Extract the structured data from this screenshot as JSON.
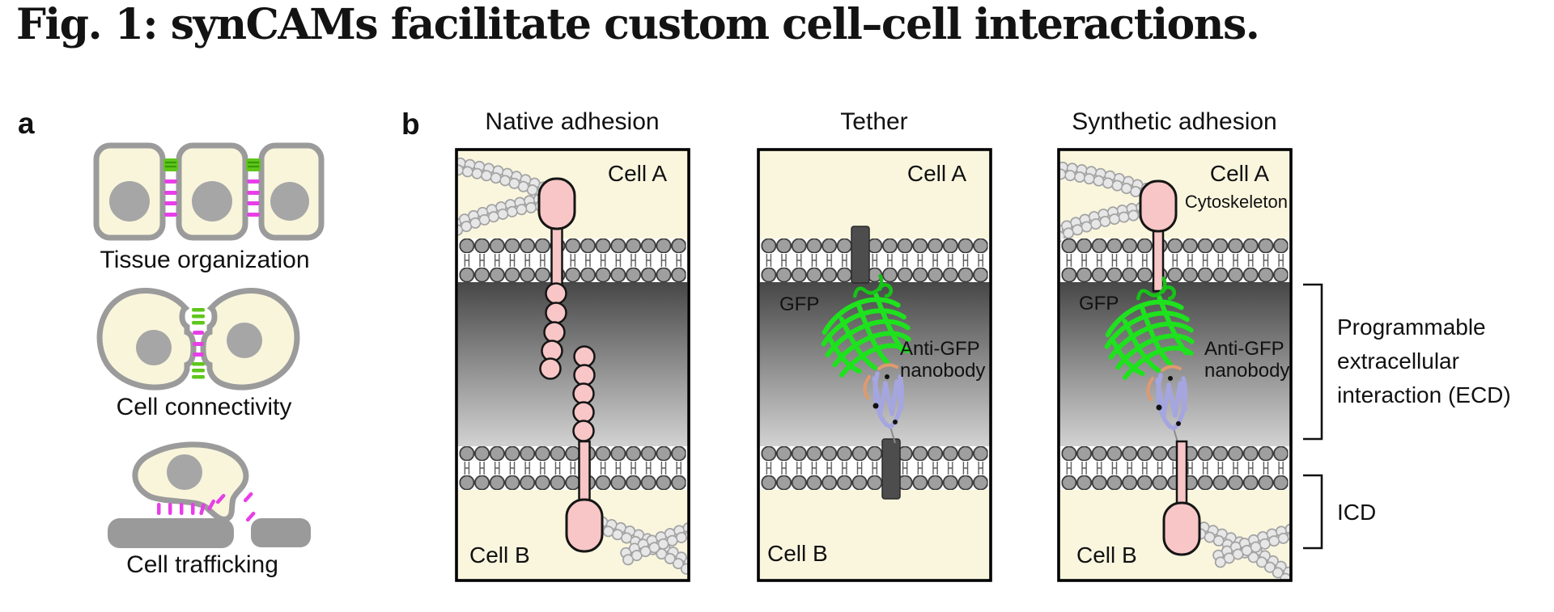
{
  "figure": {
    "title": "Fig. 1: synCAMs facilitate custom cell–cell interactions."
  },
  "panel_a": {
    "label": "a",
    "diagrams": [
      {
        "caption": "Tissue organization"
      },
      {
        "caption": "Cell connectivity"
      },
      {
        "caption": "Cell trafficking"
      }
    ]
  },
  "panel_b": {
    "label": "b",
    "boxes": [
      {
        "title": "Native adhesion",
        "cell_top": "Cell A",
        "cell_bottom": "Cell B"
      },
      {
        "title": "Tether",
        "cell_top": "Cell A",
        "cell_bottom": "Cell B",
        "gfp_label": "GFP",
        "nanobody_line1": "Anti-GFP",
        "nanobody_line2": "nanobody"
      },
      {
        "title": "Synthetic adhesion",
        "cell_top": "Cell A",
        "cell_bottom": "Cell B",
        "cytoskeleton_label": "Cytoskeleton",
        "gfp_label": "GFP",
        "nanobody_line1": "Anti-GFP",
        "nanobody_line2": "nanobody"
      }
    ],
    "annotations": {
      "ecd_line1": "Programmable",
      "ecd_line2": "extracellular",
      "ecd_line3": "interaction (ECD)",
      "icd": "ICD"
    }
  },
  "colors": {
    "cytoplasm_cream": "#faf6de",
    "membrane_head_gray": "#9f9f9f",
    "extracellular_gradient_top": "#474747",
    "extracellular_gradient_bottom": "#d2d2d2",
    "receptor_pink": "#f8c6c6",
    "gfp_green": "#1ee21e",
    "nanobody_purple": "#a5a5e0",
    "nanobody_loop_orange": "#df9a6e",
    "tether_rod_dark": "#4d4d4d",
    "adhesion_green": "#5fc61b",
    "adhesion_magenta": "#e83ee8",
    "cell_outline_gray": "#9b9b9b",
    "nucleus_gray": "#a6a6a6"
  }
}
